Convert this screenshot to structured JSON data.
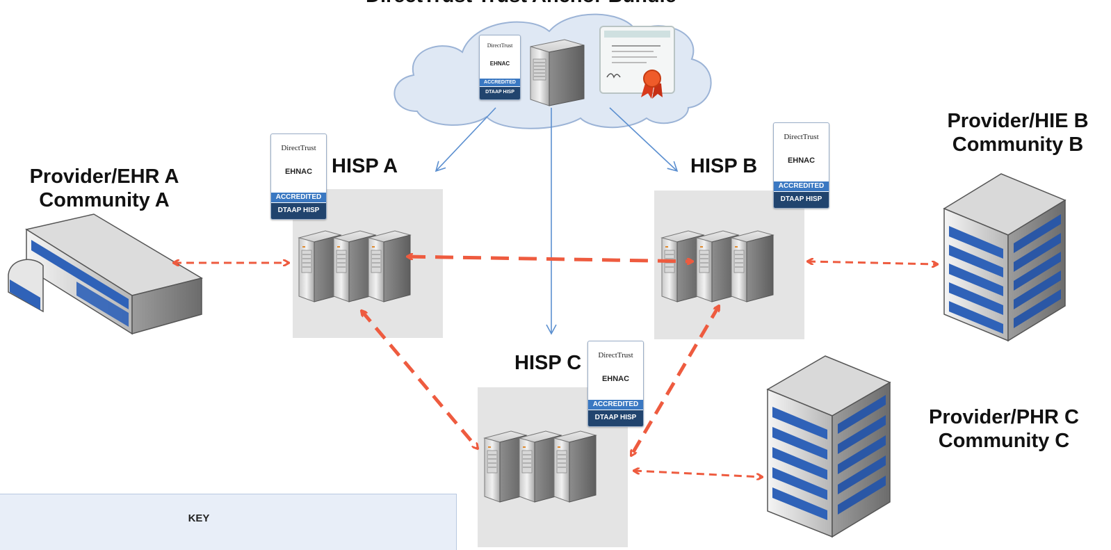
{
  "labels": {
    "top_title": "DirectTrust Trust Anchor Bundle",
    "hisp_a": "HISP A",
    "hisp_b": "HISP B",
    "hisp_c": "HISP C",
    "provider_a_line1": "Provider/EHR A",
    "provider_a_line2": "Community A",
    "provider_b_line1": "Provider/HIE B",
    "provider_b_line2": "Community B",
    "provider_c_line1": "Provider/PHR C",
    "provider_c_line2": "Community C",
    "key": "KEY"
  },
  "badge": {
    "directtrust": "DirectTrust",
    "ehnac": "EHNAC",
    "accredited": "ACCREDITED",
    "dtaap": "DTAAP HISP"
  },
  "colors": {
    "arrow_red": "#ee5b3f",
    "arrow_blue": "#5b8fd0",
    "panel_gray": "#e4e4e4",
    "building_blue": "#2f62b8",
    "cloud_fill": "#dfe8f4",
    "cloud_stroke": "#9bb3d6"
  }
}
